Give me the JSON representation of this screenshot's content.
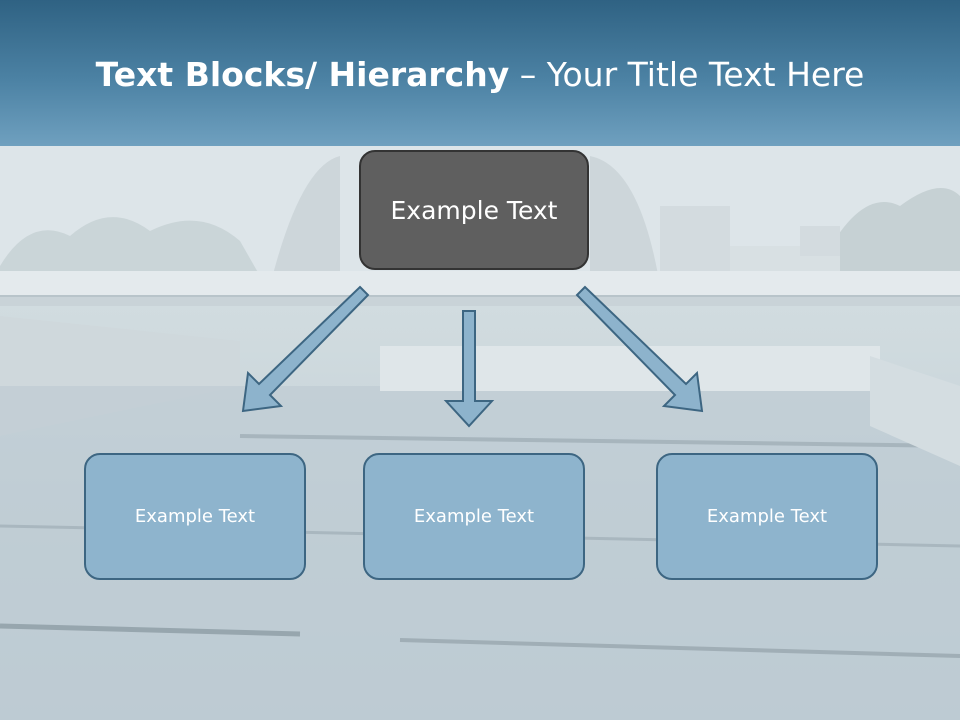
{
  "slide": {
    "title_bold": "Text Blocks/ Hierarchy",
    "title_rest": " – Your Title Text Here"
  },
  "diagram": {
    "root": {
      "label": "Example Text"
    },
    "children": [
      {
        "label": "Example Text"
      },
      {
        "label": "Example Text"
      },
      {
        "label": "Example Text"
      }
    ]
  },
  "colors": {
    "header": "#3a6e91",
    "root_fill": "#5f5f5f",
    "child_fill": "#8eb4cd",
    "arrow_fill": "#8db3cc",
    "arrow_stroke": "#3d6682"
  }
}
